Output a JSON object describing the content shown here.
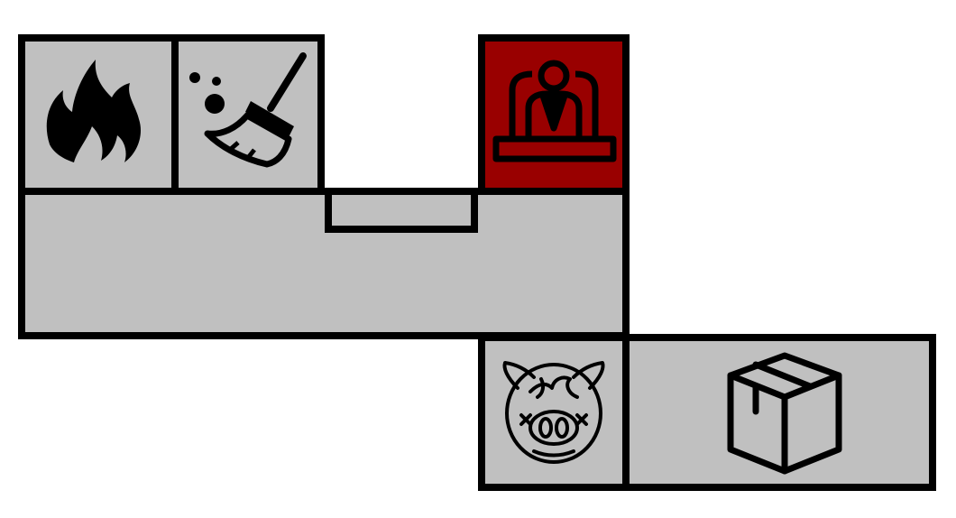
{
  "game": {
    "colors": {
      "cell_fill": "#c0c0c0",
      "cell_highlight": "#990000",
      "outline": "#000000",
      "background": "#ffffff"
    },
    "cells": [
      {
        "name": "cell-fire",
        "icon": "fire-icon",
        "highlighted": false
      },
      {
        "name": "cell-broom",
        "icon": "broom-icon",
        "highlighted": false
      },
      {
        "name": "cell-receptionist",
        "icon": "receptionist-desk-icon",
        "highlighted": true
      },
      {
        "name": "cell-corridor",
        "icon": null,
        "highlighted": false
      },
      {
        "name": "cell-dead-pig",
        "icon": "dead-pig-icon",
        "highlighted": false
      },
      {
        "name": "cell-box",
        "icon": "box-icon",
        "highlighted": false
      }
    ]
  }
}
